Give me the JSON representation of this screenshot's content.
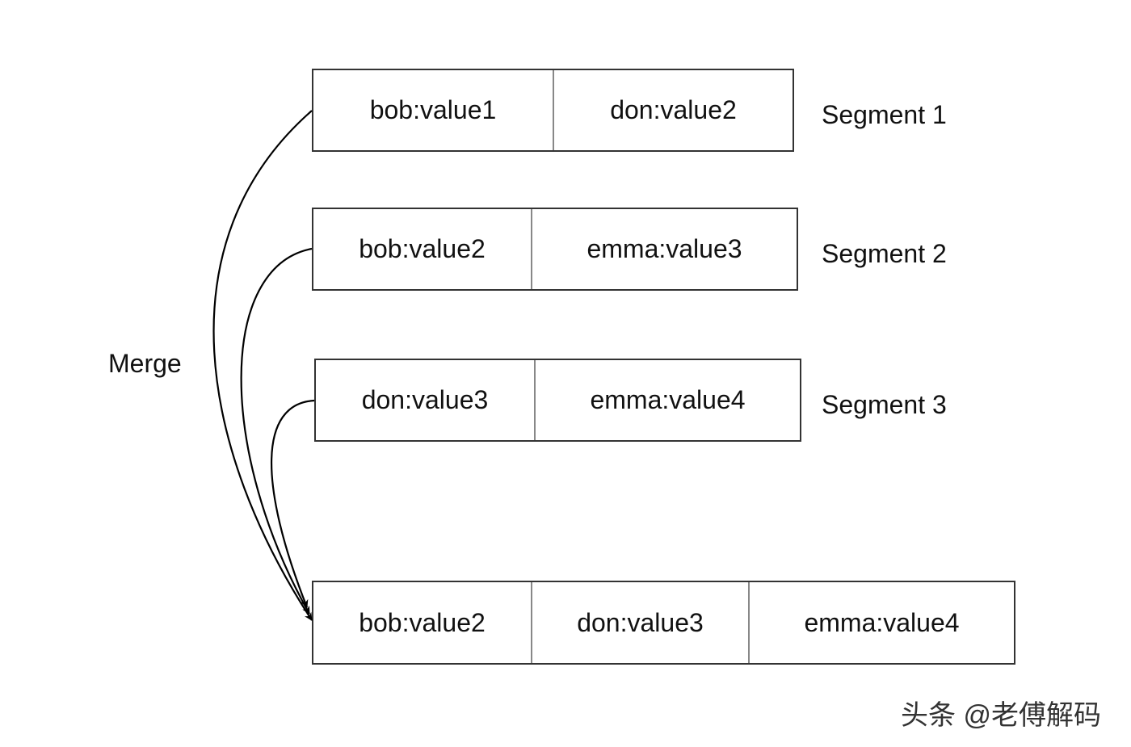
{
  "segments": [
    {
      "label": "Segment 1",
      "cells": [
        "bob:value1",
        "don:value2"
      ]
    },
    {
      "label": "Segment 2",
      "cells": [
        "bob:value2",
        "emma:value3"
      ]
    },
    {
      "label": "Segment 3",
      "cells": [
        "don:value3",
        "emma:value4"
      ]
    }
  ],
  "merged": {
    "cells": [
      "bob:value2",
      "don:value3",
      "emma:value4"
    ]
  },
  "merge_label": "Merge",
  "watermark": "头条 @老傅解码",
  "colors": {
    "border": "#333333",
    "divider": "#888888",
    "arrow": "#000000",
    "text": "#111111"
  }
}
